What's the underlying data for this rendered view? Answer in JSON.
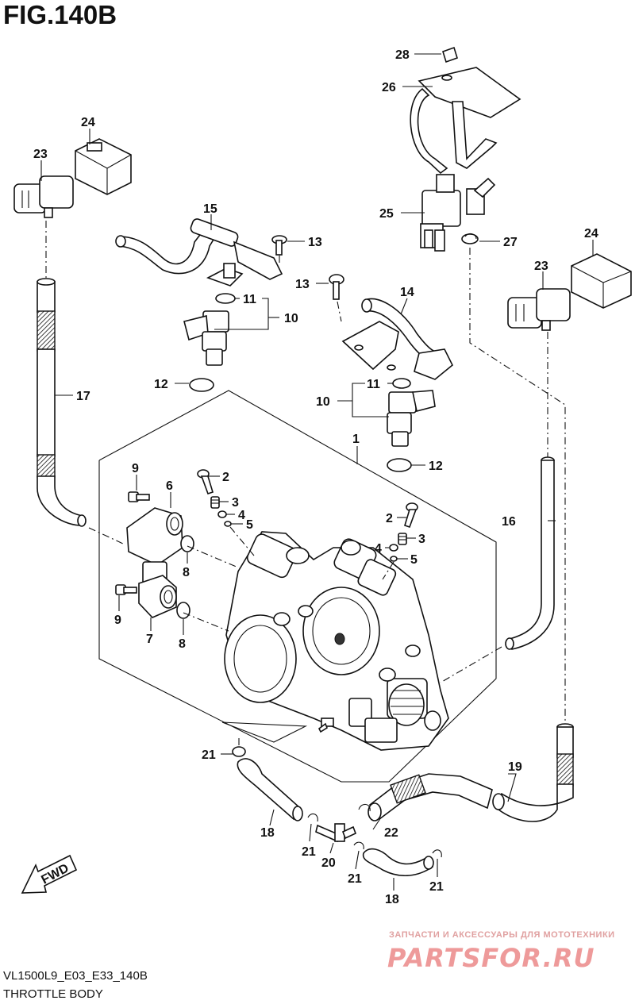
{
  "figure": {
    "title": "FIG.140B",
    "drawing_code": "VL1500L9_E03_E33_140B",
    "caption": "THROTTLE BODY"
  },
  "watermark": {
    "tagline": "ЗАПЧАСТИ И АКСЕССУАРЫ ДЛЯ МОТОТЕХНИКИ",
    "logo": "PARTSFOR.RU"
  },
  "direction_marker": "FWD",
  "callouts": [
    {
      "id": "c28",
      "text": "28"
    },
    {
      "id": "c26",
      "text": "26"
    },
    {
      "id": "c24a",
      "text": "24"
    },
    {
      "id": "c23a",
      "text": "23"
    },
    {
      "id": "c15",
      "text": "15"
    },
    {
      "id": "c13a",
      "text": "13"
    },
    {
      "id": "c25",
      "text": "25"
    },
    {
      "id": "c27",
      "text": "27"
    },
    {
      "id": "c24b",
      "text": "24"
    },
    {
      "id": "c23b",
      "text": "23"
    },
    {
      "id": "c13b",
      "text": "13"
    },
    {
      "id": "c14",
      "text": "14"
    },
    {
      "id": "c11a",
      "text": "11"
    },
    {
      "id": "c10a",
      "text": "10"
    },
    {
      "id": "c12a",
      "text": "12"
    },
    {
      "id": "c17",
      "text": "17"
    },
    {
      "id": "c11b",
      "text": "11"
    },
    {
      "id": "c10b",
      "text": "10"
    },
    {
      "id": "c1",
      "text": "1"
    },
    {
      "id": "c12b",
      "text": "12"
    },
    {
      "id": "c9a",
      "text": "9"
    },
    {
      "id": "c6",
      "text": "6"
    },
    {
      "id": "c2a",
      "text": "2"
    },
    {
      "id": "c3a",
      "text": "3"
    },
    {
      "id": "c4a",
      "text": "4"
    },
    {
      "id": "c5a",
      "text": "5"
    },
    {
      "id": "c16",
      "text": "16"
    },
    {
      "id": "c2b",
      "text": "2"
    },
    {
      "id": "c3b",
      "text": "3"
    },
    {
      "id": "c4b",
      "text": "4"
    },
    {
      "id": "c5b",
      "text": "5"
    },
    {
      "id": "c8a",
      "text": "8"
    },
    {
      "id": "c9b",
      "text": "9"
    },
    {
      "id": "c7",
      "text": "7"
    },
    {
      "id": "c8b",
      "text": "8"
    },
    {
      "id": "c21a",
      "text": "21"
    },
    {
      "id": "c19",
      "text": "19"
    },
    {
      "id": "c18a",
      "text": "18"
    },
    {
      "id": "c22",
      "text": "22"
    },
    {
      "id": "c21b",
      "text": "21"
    },
    {
      "id": "c20",
      "text": "20"
    },
    {
      "id": "c21c",
      "text": "21"
    },
    {
      "id": "c21d",
      "text": "21"
    },
    {
      "id": "c18b",
      "text": "18"
    }
  ]
}
